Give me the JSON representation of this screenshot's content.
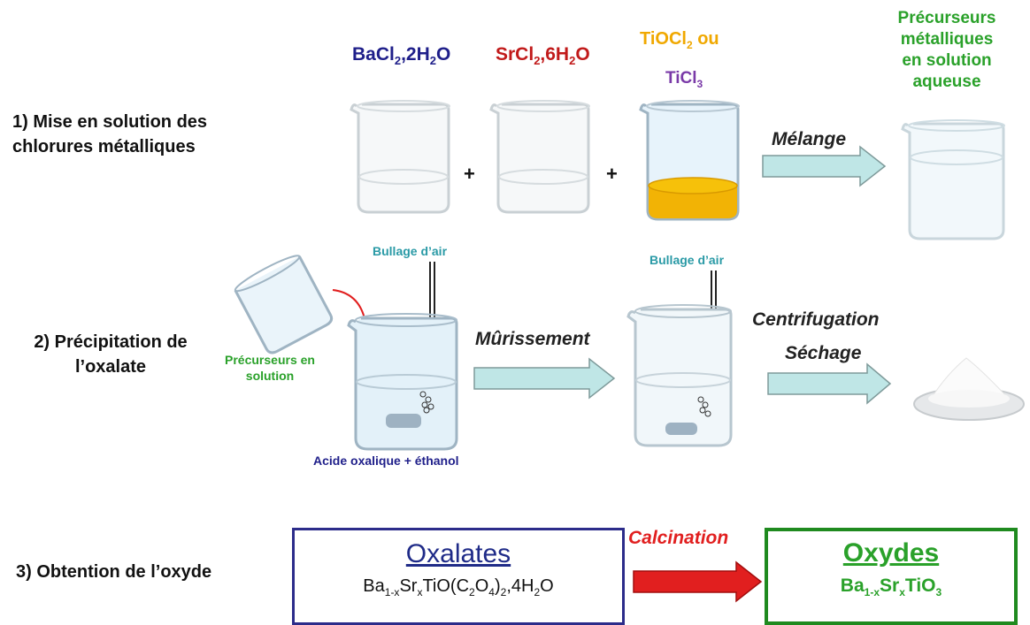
{
  "colors": {
    "green": "#2aa12a",
    "navy": "#1f1f8a",
    "red": "#c11a1a",
    "orange": "#f0a800",
    "purple": "#7a3aa8",
    "teal": "#2a9aa6",
    "arrow_fill": "#bfe6e6",
    "calcination_arrow": "#e11f1f"
  },
  "step1": {
    "label_line1": "1) Mise en solution des",
    "label_line2": "chlorures métalliques",
    "ba_main": "BaCl",
    "ba_sub": "2",
    "ba_rest": ",2H",
    "ba_sub2": "2",
    "ba_end": "O",
    "sr_main": "SrCl",
    "sr_sub": "2",
    "sr_rest": ",6H",
    "sr_sub2": "2",
    "sr_end": "O",
    "ti1_main": "TiOCl",
    "ti1_sub": "2",
    "ti1_end": " ou",
    "ti2_main": "TiCl",
    "ti2_sub": "3",
    "plus": "+",
    "arrow_label": "Mélange",
    "result_line1": "Précurseurs",
    "result_line2": "métalliques",
    "result_line3": "en solution",
    "result_line4": "aqueuse"
  },
  "step2": {
    "label_line1": "2) Précipitation de",
    "label_line2": "l’oxalate",
    "precursor_line1": "Précurseurs  en",
    "precursor_line2": "solution",
    "bubbling1": "Bullage d’air",
    "bubbling2": "Bullage d’air",
    "beaker_label": "Acide oxalique + éthanol",
    "arrow1_label": "Mûrissement",
    "arrow2_label1": "Centrifugation",
    "arrow2_label2": "Séchage"
  },
  "step3": {
    "label": "3) Obtention de l’oxyde",
    "box1_title": "Oxalates",
    "arrow_label": "Calcination",
    "box2_title": "Oxydes",
    "f1": {
      "a": "Ba",
      "b": "1-x",
      "c": "Sr",
      "d": "x",
      "e": "TiO(C",
      "f": "2",
      "g": "O",
      "h": "4",
      "i": ")",
      "j": "2",
      "k": ",4H",
      "l": "2",
      "m": "O"
    },
    "f2": {
      "a": "Ba",
      "b": "1-x",
      "c": "Sr",
      "d": "x",
      "e": "TiO",
      "f": "3"
    }
  }
}
